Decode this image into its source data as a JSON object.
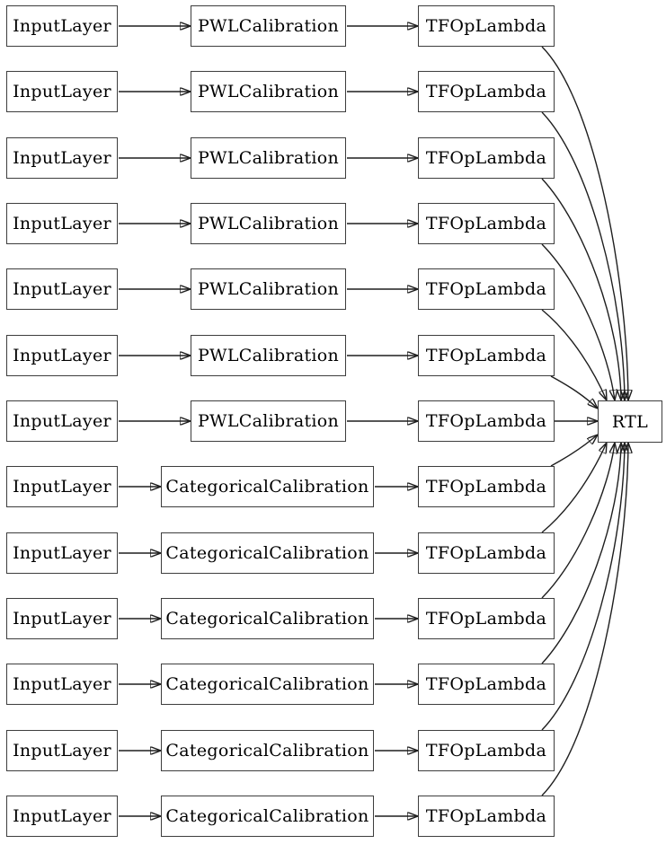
{
  "diagram": {
    "rows": [
      {
        "input": "InputLayer",
        "calibration": "PWLCalibration",
        "op": "TFOpLambda"
      },
      {
        "input": "InputLayer",
        "calibration": "PWLCalibration",
        "op": "TFOpLambda"
      },
      {
        "input": "InputLayer",
        "calibration": "PWLCalibration",
        "op": "TFOpLambda"
      },
      {
        "input": "InputLayer",
        "calibration": "PWLCalibration",
        "op": "TFOpLambda"
      },
      {
        "input": "InputLayer",
        "calibration": "PWLCalibration",
        "op": "TFOpLambda"
      },
      {
        "input": "InputLayer",
        "calibration": "PWLCalibration",
        "op": "TFOpLambda"
      },
      {
        "input": "InputLayer",
        "calibration": "PWLCalibration",
        "op": "TFOpLambda"
      },
      {
        "input": "InputLayer",
        "calibration": "CategoricalCalibration",
        "op": "TFOpLambda"
      },
      {
        "input": "InputLayer",
        "calibration": "CategoricalCalibration",
        "op": "TFOpLambda"
      },
      {
        "input": "InputLayer",
        "calibration": "CategoricalCalibration",
        "op": "TFOpLambda"
      },
      {
        "input": "InputLayer",
        "calibration": "CategoricalCalibration",
        "op": "TFOpLambda"
      },
      {
        "input": "InputLayer",
        "calibration": "CategoricalCalibration",
        "op": "TFOpLambda"
      },
      {
        "input": "InputLayer",
        "calibration": "CategoricalCalibration",
        "op": "TFOpLambda"
      }
    ],
    "output": {
      "label": "RTL"
    },
    "colors": {
      "background": "#ffffff",
      "node_fill": "#ffffff",
      "node_border": "#3d3d3d",
      "edge": "#1e1e1e",
      "text": "#000000"
    }
  }
}
